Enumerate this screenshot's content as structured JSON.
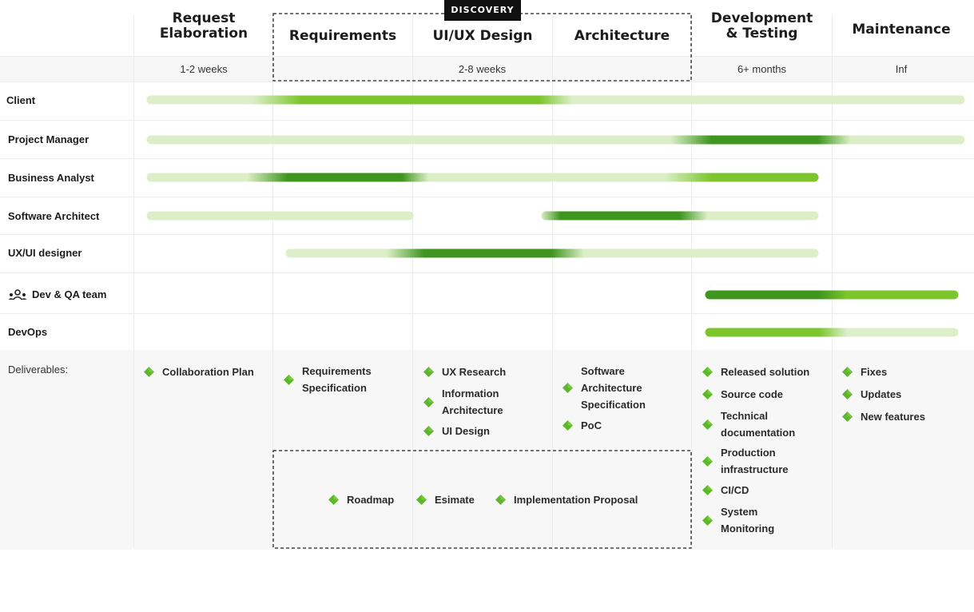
{
  "discovery_label": "DISCOVERY",
  "phases": [
    {
      "title_line1": "Request",
      "title_line2": "Elaboration",
      "duration": "1-2 weeks"
    },
    {
      "title": "Requirements"
    },
    {
      "title": "UI/UX Design",
      "duration": "2-8 weeks"
    },
    {
      "title": "Architecture"
    },
    {
      "title_line1": "Development",
      "title_line2": "& Testing",
      "duration": "6+ months"
    },
    {
      "title": "Maintenance",
      "duration": "Inf"
    }
  ],
  "roles": [
    "Client",
    "Project Manager",
    "Business Analyst",
    "Software Architect",
    "UX/UI designer",
    "Dev & QA team",
    "DevOps"
  ],
  "deliverables_label": "Deliverables:",
  "deliverables": {
    "request_elaboration": [
      "Collaboration Plan"
    ],
    "requirements": [
      "Requirements Specification"
    ],
    "uiux": [
      "UX Research",
      "Information Architecture",
      "UI Design"
    ],
    "architecture": [
      "Software Architecture Specification",
      "PoC"
    ],
    "development": [
      "Released solution",
      "Source code",
      "Technical documentation",
      "Production infrastructure",
      "CI/CD",
      "System Monitoring"
    ],
    "maintenance": [
      "Fixes",
      "Updates",
      "New features"
    ],
    "discovery_shared": [
      "Roadmap",
      "Esimate",
      "Implementation Proposal"
    ]
  },
  "colors": {
    "light_green": "#dcefc8",
    "mid_green": "#7cc52c",
    "dark_green": "#3f961e",
    "diamond": "#5cb82a",
    "grid": "#ececec",
    "band": "#f7f7f7"
  },
  "icons": {
    "team": "people-group-icon",
    "deliverable": "green-diamond-icon"
  }
}
